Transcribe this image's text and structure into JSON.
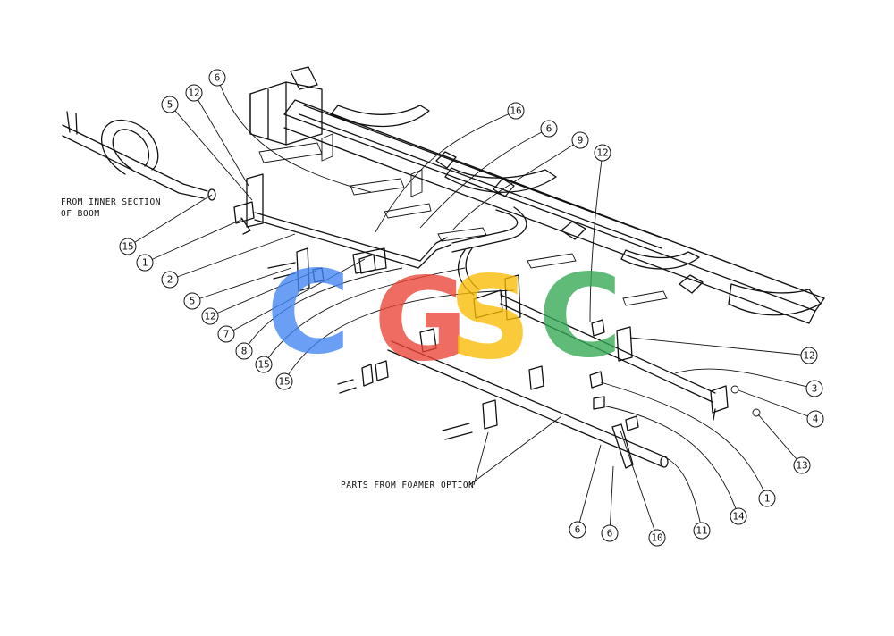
{
  "notes": {
    "inner_line1": "FROM INNER SECTION",
    "inner_line2": "OF BOOM",
    "foamer": "PARTS FROM FOAMER OPTION"
  },
  "watermark": {
    "letters": [
      "C",
      "G",
      "S",
      "C"
    ],
    "colors": [
      "#4285F4",
      "#EA4335",
      "#FBBC05",
      "#34A853"
    ]
  },
  "callouts": [
    {
      "id": "c1",
      "label": "12"
    },
    {
      "id": "c2",
      "label": "5"
    },
    {
      "id": "c3",
      "label": "6"
    },
    {
      "id": "c4",
      "label": "16"
    },
    {
      "id": "c5",
      "label": "6"
    },
    {
      "id": "c6",
      "label": "9"
    },
    {
      "id": "c7",
      "label": "12"
    },
    {
      "id": "c8",
      "label": "15"
    },
    {
      "id": "c9",
      "label": "1"
    },
    {
      "id": "c10",
      "label": "2"
    },
    {
      "id": "c11",
      "label": "5"
    },
    {
      "id": "c12",
      "label": "12"
    },
    {
      "id": "c13",
      "label": "7"
    },
    {
      "id": "c14",
      "label": "8"
    },
    {
      "id": "c15",
      "label": "15"
    },
    {
      "id": "c16",
      "label": "15"
    },
    {
      "id": "c17",
      "label": "12"
    },
    {
      "id": "c18",
      "label": "3"
    },
    {
      "id": "c19",
      "label": "4"
    },
    {
      "id": "c20",
      "label": "13"
    },
    {
      "id": "c21",
      "label": "1"
    },
    {
      "id": "c22",
      "label": "14"
    },
    {
      "id": "c23",
      "label": "11"
    },
    {
      "id": "c24",
      "label": "10"
    },
    {
      "id": "c25",
      "label": "6"
    },
    {
      "id": "c26",
      "label": "6"
    }
  ]
}
